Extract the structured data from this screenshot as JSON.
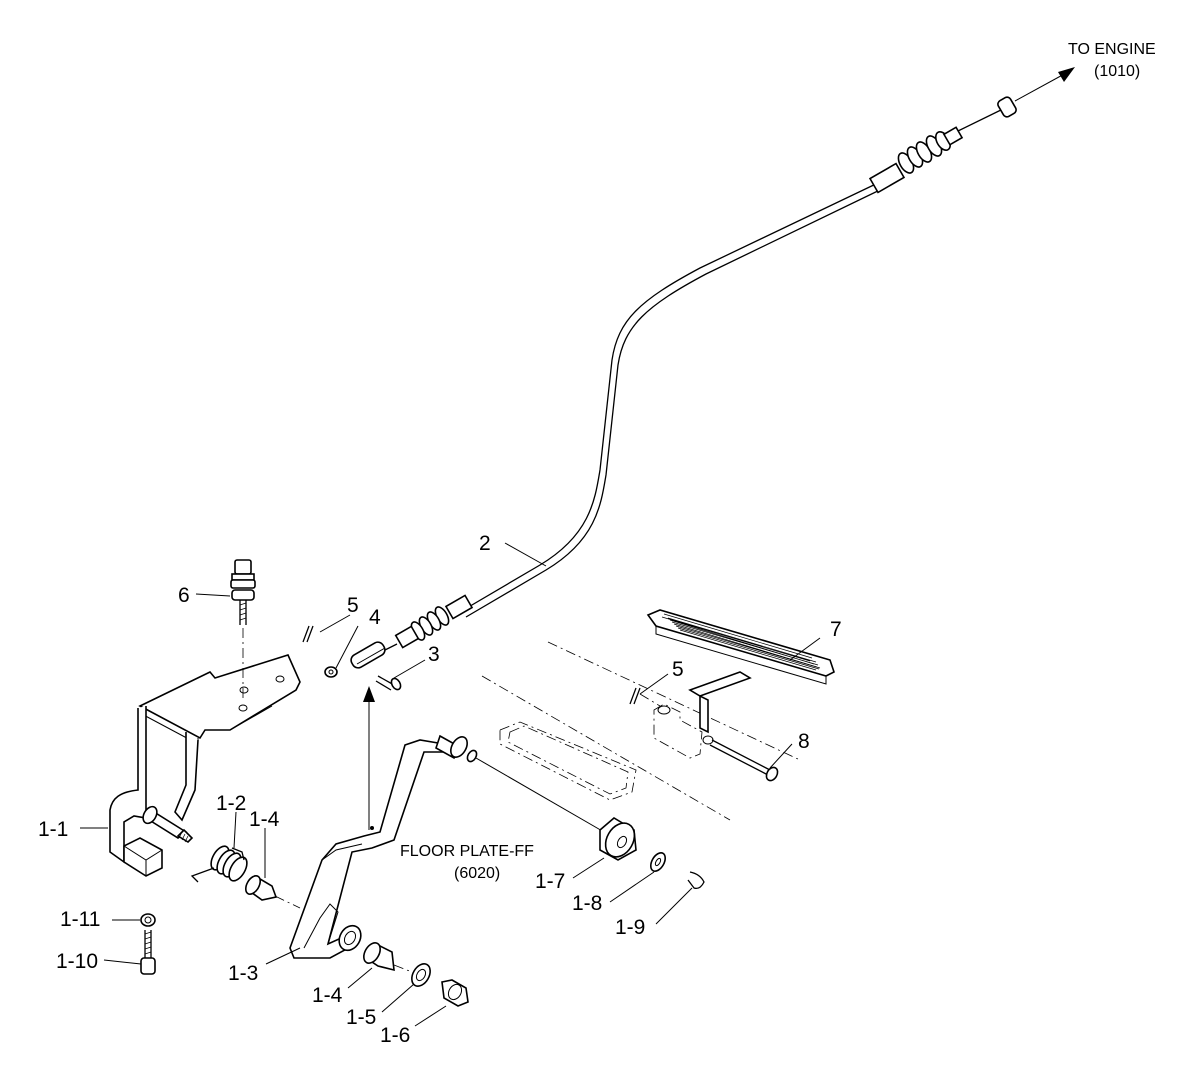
{
  "callouts": {
    "to_engine": {
      "line1": "TO ENGINE",
      "line2": "(1010)"
    },
    "floor_plate": {
      "line1": "FLOOR PLATE-FF",
      "line2": "(6020)"
    }
  },
  "part_labels": {
    "p1_1": "1-1",
    "p1_2": "1-2",
    "p1_3": "1-3",
    "p1_4_upper": "1-4",
    "p1_4_lower": "1-4",
    "p1_5": "1-5",
    "p1_6": "1-6",
    "p1_7": "1-7",
    "p1_8": "1-8",
    "p1_9": "1-9",
    "p1_10": "1-10",
    "p1_11": "1-11",
    "p2": "2",
    "p3": "3",
    "p4": "4",
    "p5_left": "5",
    "p5_right": "5",
    "p6": "6",
    "p7": "7",
    "p8": "8"
  }
}
